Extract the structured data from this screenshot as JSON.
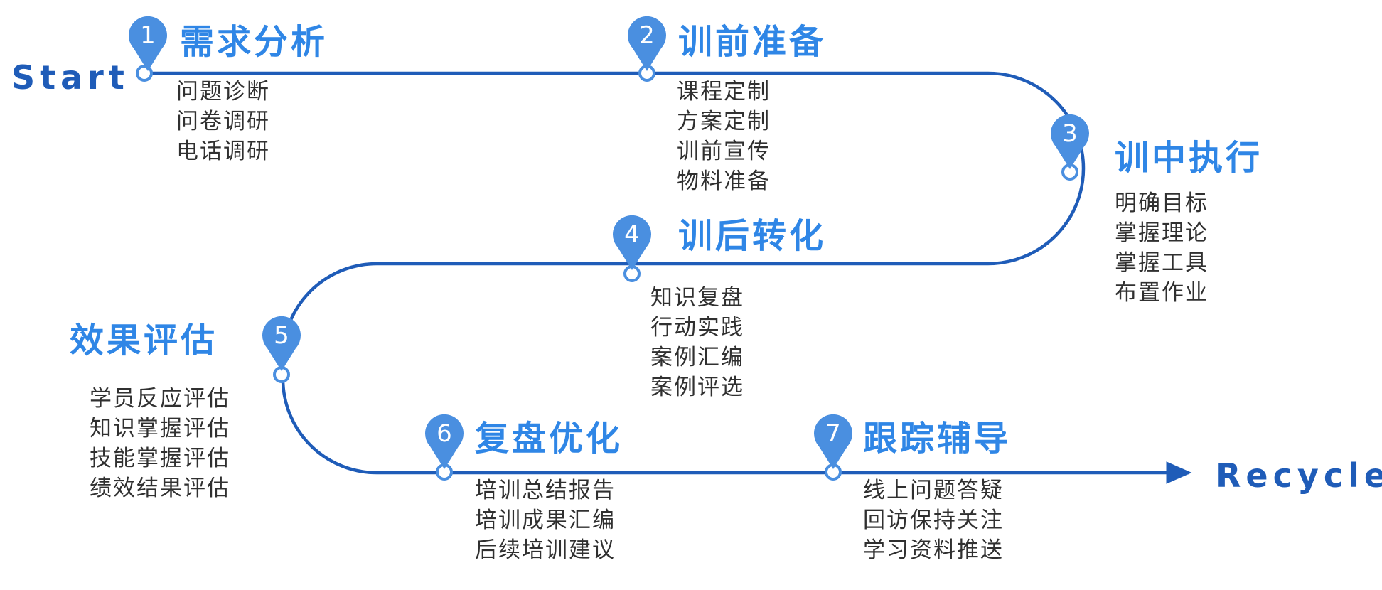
{
  "start_label": "Start",
  "end_label": "Recycle",
  "colors": {
    "line": "#1f5cb8",
    "pin": "#4a8fe0",
    "title": "#2f86e6",
    "item": "#303030"
  },
  "steps": [
    {
      "number": "1",
      "title": "需求分析",
      "items": [
        "问题诊断",
        "问卷调研",
        "电话调研"
      ]
    },
    {
      "number": "2",
      "title": "训前准备",
      "items": [
        "课程定制",
        "方案定制",
        "训前宣传",
        "物料准备"
      ]
    },
    {
      "number": "3",
      "title": "训中执行",
      "items": [
        "明确目标",
        "掌握理论",
        "掌握工具",
        "布置作业"
      ]
    },
    {
      "number": "4",
      "title": "训后转化",
      "items": [
        "知识复盘",
        "行动实践",
        "案例汇编",
        "案例评选"
      ]
    },
    {
      "number": "5",
      "title": "效果评估",
      "items": [
        "学员反应评估",
        "知识掌握评估",
        "技能掌握评估",
        "绩效结果评估"
      ]
    },
    {
      "number": "6",
      "title": "复盘优化",
      "items": [
        "培训总结报告",
        "培训成果汇编",
        "后续培训建议"
      ]
    },
    {
      "number": "7",
      "title": "跟踪辅导",
      "items": [
        "线上问题答疑",
        "回访保持关注",
        "学习资料推送"
      ]
    }
  ]
}
